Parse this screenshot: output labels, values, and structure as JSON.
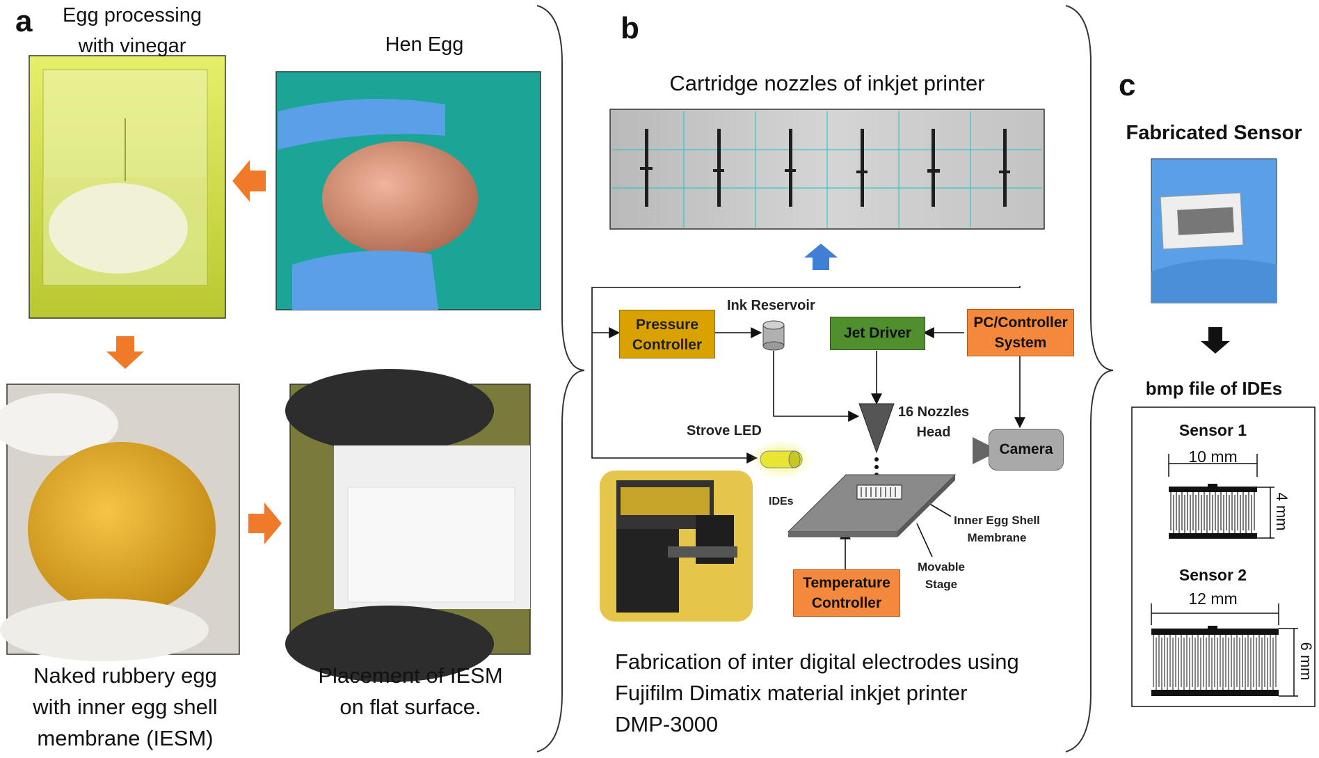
{
  "panels": {
    "a": {
      "letter": "a",
      "step1": [
        "Egg processing",
        "with vinegar"
      ],
      "step2": "Hen Egg",
      "step3": [
        "Naked rubbery egg",
        "with inner egg shell",
        "membrane (IESM)"
      ],
      "step4": [
        "Placement of IESM",
        "on flat surface."
      ]
    },
    "b": {
      "letter": "b",
      "nozzle_title": "Cartridge  nozzles of inkjet printer",
      "boxes": {
        "pressure": [
          "Pressure",
          "Controller"
        ],
        "jet": "Jet Driver",
        "pc": [
          "PC/Controller",
          "System"
        ],
        "temp": [
          "Temperature",
          "Controller"
        ],
        "camera": "Camera"
      },
      "labels": {
        "reservoir": "Ink Reservoir",
        "nozzles": [
          "16 Nozzles",
          "Head"
        ],
        "led": "Strove LED",
        "ides": "IDEs",
        "membrane": [
          "Inner Egg Shell",
          "Membrane"
        ],
        "stage": [
          "Movable",
          "Stage"
        ]
      },
      "caption": [
        "Fabrication of inter digital electrodes using",
        "Fujifilm Dimatix material inkjet printer",
        "DMP-3000"
      ]
    },
    "c": {
      "letter": "c",
      "title": "Fabricated Sensor",
      "bmp_title": "bmp file of IDEs",
      "sensor1": {
        "name": "Sensor 1",
        "width": "10 mm",
        "height": "4 mm"
      },
      "sensor2": {
        "name": "Sensor 2",
        "width": "12 mm",
        "height": "6 mm"
      }
    }
  },
  "colors": {
    "orange": "#f07a2a",
    "box_orange": "#f4883c",
    "box_gold": "#d9a200",
    "box_green": "#4f8f2e",
    "box_gray": "#a9a9a9",
    "arrow_blue": "#3f7fd6",
    "teal": "#1aa597",
    "yellow_bg": "#cfd83a"
  }
}
